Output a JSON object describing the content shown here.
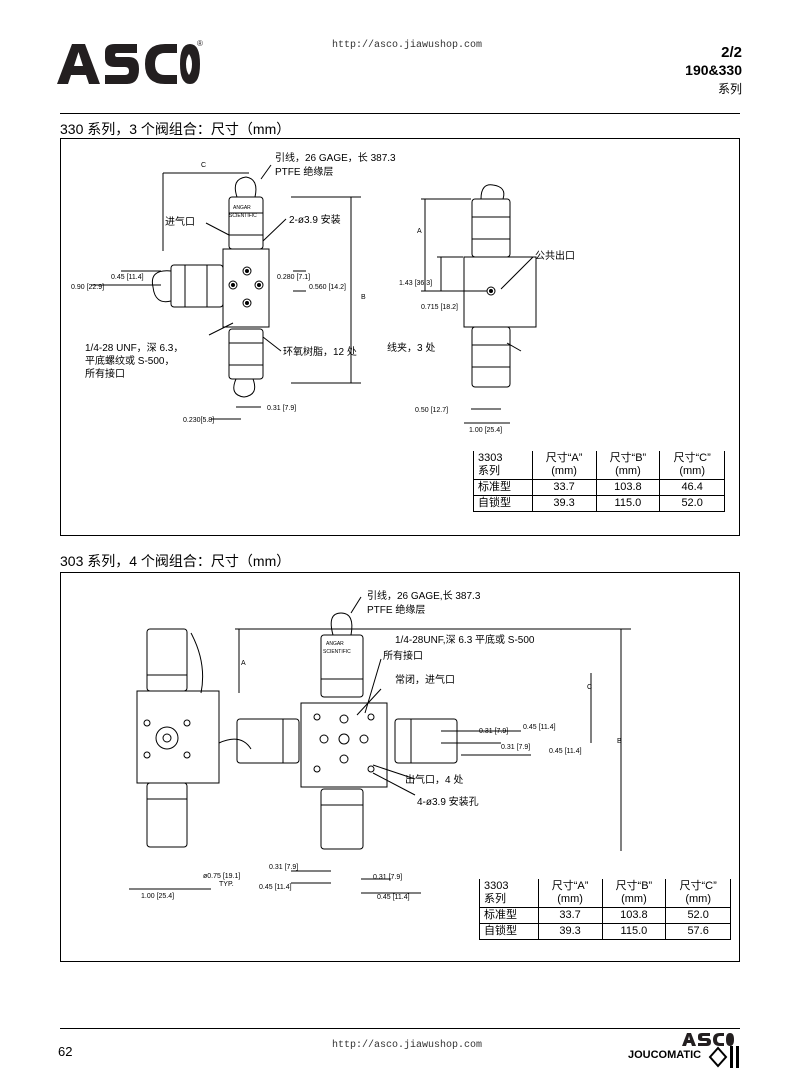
{
  "header": {
    "url": "http://asco.jiawushop.com",
    "page_code": "2/2",
    "series_line": "190&330",
    "series_label": "系列"
  },
  "section1": {
    "title": "330 系列，3 个阀组合：尺寸（mm）",
    "labels": {
      "lead": "引线，26 GAGE，长 387.3",
      "insulation": "PTFE 绝缘层",
      "inlet": "进气口",
      "mounting": "2-ø3.9 安装",
      "common_outlet": "公共出口",
      "ports_line1": "1/4-28 UNF，深 6.3，",
      "ports_line2": "平底螺纹或 S-500，",
      "ports_line3": "所有接口",
      "epoxy": "环氧树脂，12 处",
      "clips": "线夹，3 处",
      "dim_c": "C",
      "dim_b": "B",
      "dim_a": "A",
      "d045": "0.45 [11.4]",
      "d090": "0.90 [22.9]",
      "d280": "0.280 [7.1]",
      "d560": "0.560 [14.2]",
      "d143": "1.43 [36.3]",
      "d715": "0.715 [18.2]",
      "d031": "0.31 [7.9]",
      "d230": "0.230[5.8]",
      "d050": "0.50 [12.7]",
      "d100": "1.00 [25.4]",
      "coil_brand": "ANGAR",
      "coil_brand2": "SCIENTIFIC"
    },
    "table": {
      "headers": [
        "3303\n系列",
        "尺寸“A”\n(mm)",
        "尺寸“B”\n(mm)",
        "尺寸“C”\n(mm)"
      ],
      "rows": [
        [
          "标准型",
          "33.7",
          "103.8",
          "46.4"
        ],
        [
          "自锁型",
          "39.3",
          "115.0",
          "52.0"
        ]
      ]
    }
  },
  "section2": {
    "title": "303 系列，4 个阀组合：尺寸（mm）",
    "labels": {
      "lead": "引线，26 GAGE,长 387.3",
      "insulation": "PTFE 绝缘层",
      "ports": "1/4-28UNF,深 6.3 平底或 S-500",
      "ports2": "所有接口",
      "nc_inlet": "常闭，进气口",
      "outlets": "出气口，4 处",
      "mounting": "4-ø3.9 安装孔",
      "dim_a": "A",
      "dim_b": "B",
      "dim_c": "C",
      "d031": "0.31 [7.9]",
      "d045": "0.45 [11.4]",
      "d075": "ø0.75 [19.1]",
      "typ": "TYP.",
      "d100": "1.00 [25.4]",
      "coil_brand": "ANGAR",
      "coil_brand2": "SCIENTIFIC"
    },
    "table": {
      "headers": [
        "3303\n系列",
        "尺寸“A”\n(mm)",
        "尺寸“B”\n(mm)",
        "尺寸“C”\n(mm)"
      ],
      "rows": [
        [
          "标准型",
          "33.7",
          "103.8",
          "52.0"
        ],
        [
          "自锁型",
          "39.3",
          "115.0",
          "57.6"
        ]
      ]
    }
  },
  "footer": {
    "page_number": "62",
    "url": "http://asco.jiawushop.com",
    "brand": "JOUCOMATIC"
  }
}
